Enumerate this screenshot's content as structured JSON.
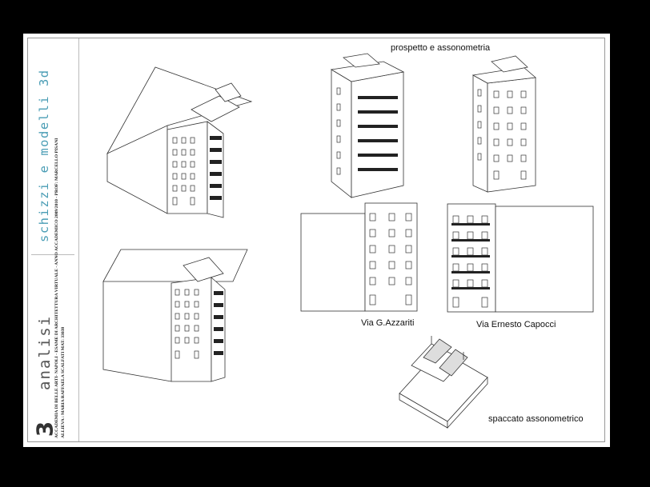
{
  "sidebar": {
    "title_3d": "schizzi e modelli 3d",
    "title_analisi": "analisi",
    "chapter_number": "3",
    "credits_line1": "ACCADEMIA DI BELLE ARTI- NAPOLI - ESAME DI ARCHITETTURA VIRTUALE - ANNO ACCADEMICO 2009/2010 - PROF: MARCELLO PISANI",
    "credits_line2": "ALLIEVA : MARIA RAFFAELA SCALFATI MAT: 33038"
  },
  "labels": {
    "prospetto": "prospetto e assonometria",
    "azzariti": "Via G.Azzariti",
    "capocci": "Via Ernesto Capocci",
    "spaccato": "spaccato assonometrico"
  },
  "colors": {
    "background": "#000000",
    "sheet": "#ffffff",
    "accent_title": "#4a9db5",
    "line": "#333333"
  }
}
